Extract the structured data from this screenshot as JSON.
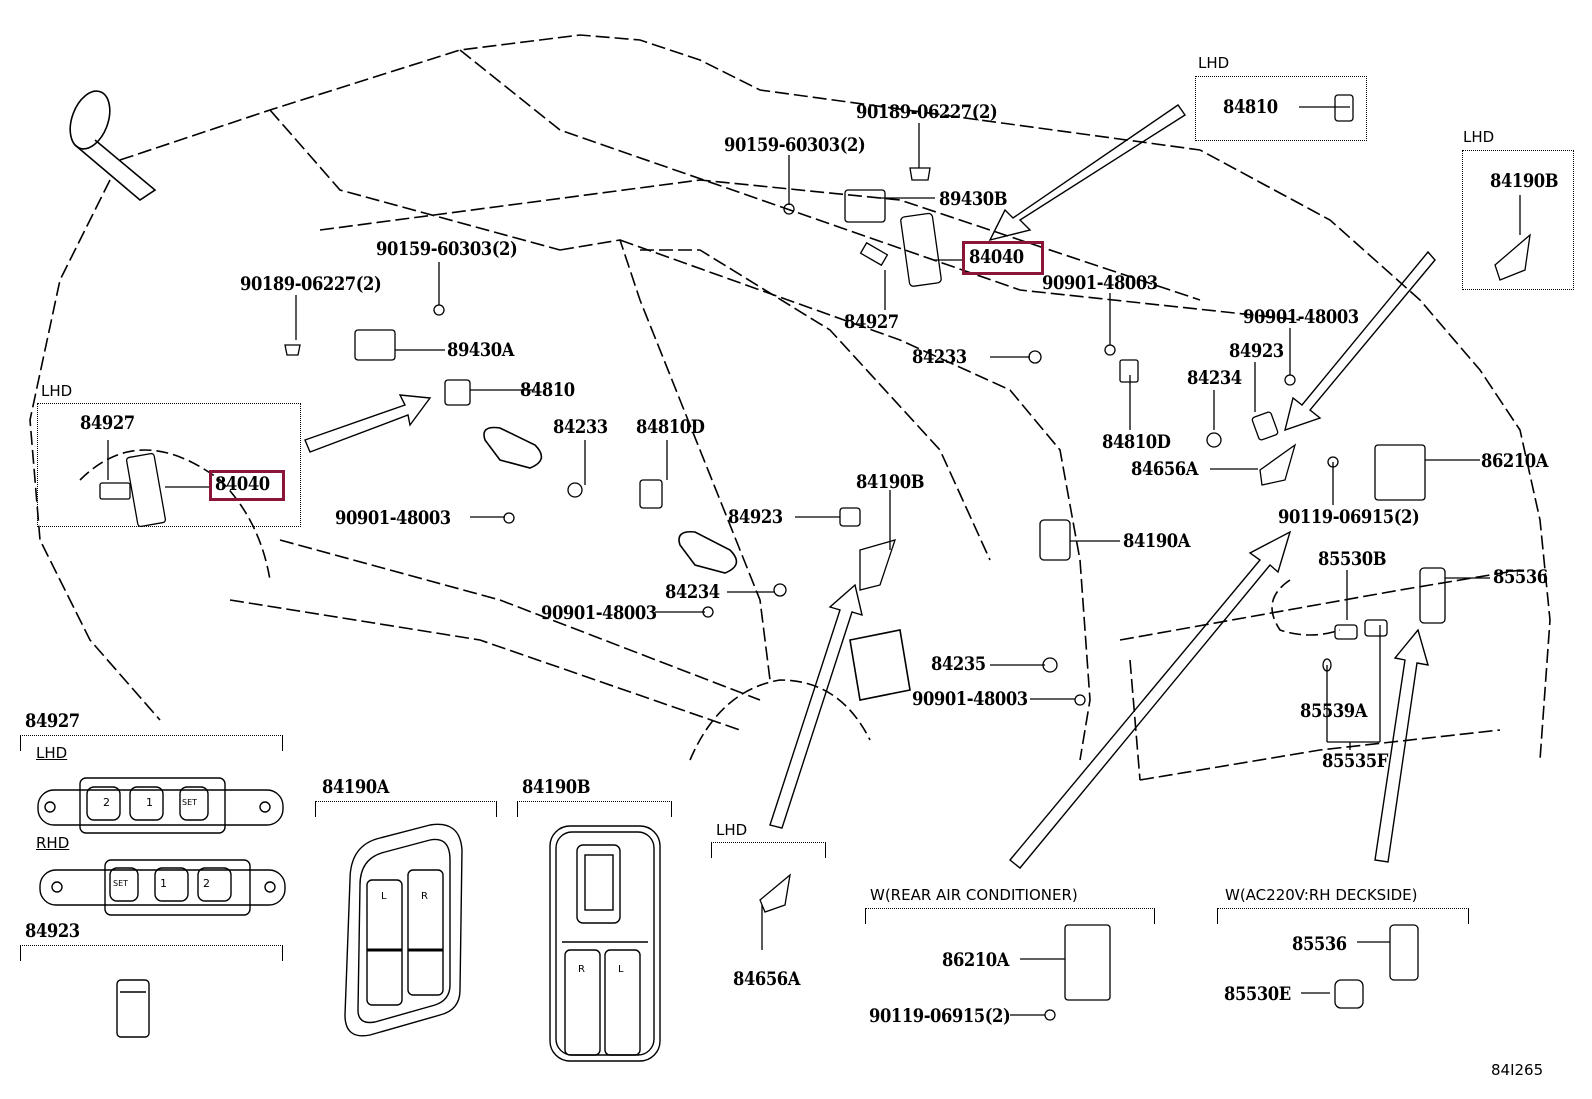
{
  "diagram": {
    "reference_code": "84I265",
    "highlight_color": "#8a1538",
    "highlighted_part": "84040",
    "main_labels": {
      "p90189_top": "90189-06227(2)",
      "p90159_top": "90159-60303(2)",
      "p89430b": "89430B",
      "p84040_main": "84040",
      "p84927_main": "84927",
      "p90901_a": "90901-48003",
      "p84233_right": "84233",
      "p90901_b": "90901-48003",
      "p84923_right": "84923",
      "p84234_right": "84234",
      "p84810d_right": "84810D",
      "p84656a": "84656A",
      "p86210a": "86210A",
      "p90119": "90119-06915(2)",
      "p90159_left": "90159-60303(2)",
      "p90189_left": "90189-06227(2)",
      "p89430a": "89430A",
      "p84810": "84810",
      "p84233_left": "84233",
      "p84810d_left": "84810D",
      "p90901_c": "90901-48003",
      "p84923_mid": "84923",
      "p84190b_mid": "84190B",
      "p84234_mid": "84234",
      "p90901_d": "90901-48003",
      "p84190a": "84190A",
      "p84235": "84235",
      "p90901_e": "90901-48003",
      "p85530b": "85530B",
      "p85536": "85536",
      "p85539a": "85539A",
      "p85535f": "85535F"
    },
    "insets": {
      "lhd_84810": {
        "caption": "LHD",
        "part": "84810"
      },
      "lhd_84190b": {
        "caption": "LHD",
        "part": "84190B"
      },
      "lhd_84040": {
        "caption": "LHD",
        "parts": [
          "84927",
          "84040"
        ]
      },
      "detail_84927": {
        "title": "84927",
        "lhd_caption": "LHD",
        "rhd_caption": "RHD",
        "lhd_buttons": [
          "2",
          "1",
          "SET"
        ],
        "rhd_buttons": [
          "SET",
          "1",
          "2"
        ]
      },
      "detail_84923": {
        "title": "84923"
      },
      "detail_84190a": {
        "title": "84190A",
        "switch_labels": [
          "L",
          "R"
        ]
      },
      "detail_84190b": {
        "title": "84190B",
        "switch_labels": [
          "R",
          "L"
        ]
      },
      "lhd_84656a": {
        "caption": "LHD",
        "part": "84656A"
      },
      "rear_ac": {
        "caption": "W(REAR AIR CONDITIONER)",
        "parts": [
          "86210A",
          "90119-06915(2)"
        ]
      },
      "ac220v": {
        "caption": "W(AC220V:RH DECKSIDE)",
        "parts": [
          "85536",
          "85530E"
        ]
      }
    }
  }
}
